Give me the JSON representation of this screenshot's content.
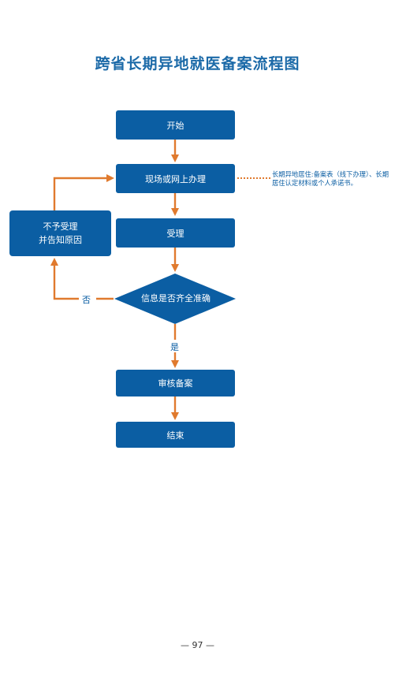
{
  "title": "跨省长期异地就医备案流程图",
  "nodes": {
    "start": "开始",
    "apply": "现场或网上办理",
    "accept": "受理",
    "decision": "信息是否齐全准确",
    "reject_line1": "不予受理",
    "reject_line2": "并告知原因",
    "review": "审核备案",
    "end": "结束"
  },
  "note": "长期异地居住:备案表（线下办理）、长期居住认定材料或个人承诺书。",
  "edge_labels": {
    "no": "否",
    "yes": "是"
  },
  "page_number": "— 97 —",
  "colors": {
    "box": "#0b5ea3",
    "arrow": "#e07a2e",
    "title": "#1c6aa8"
  }
}
